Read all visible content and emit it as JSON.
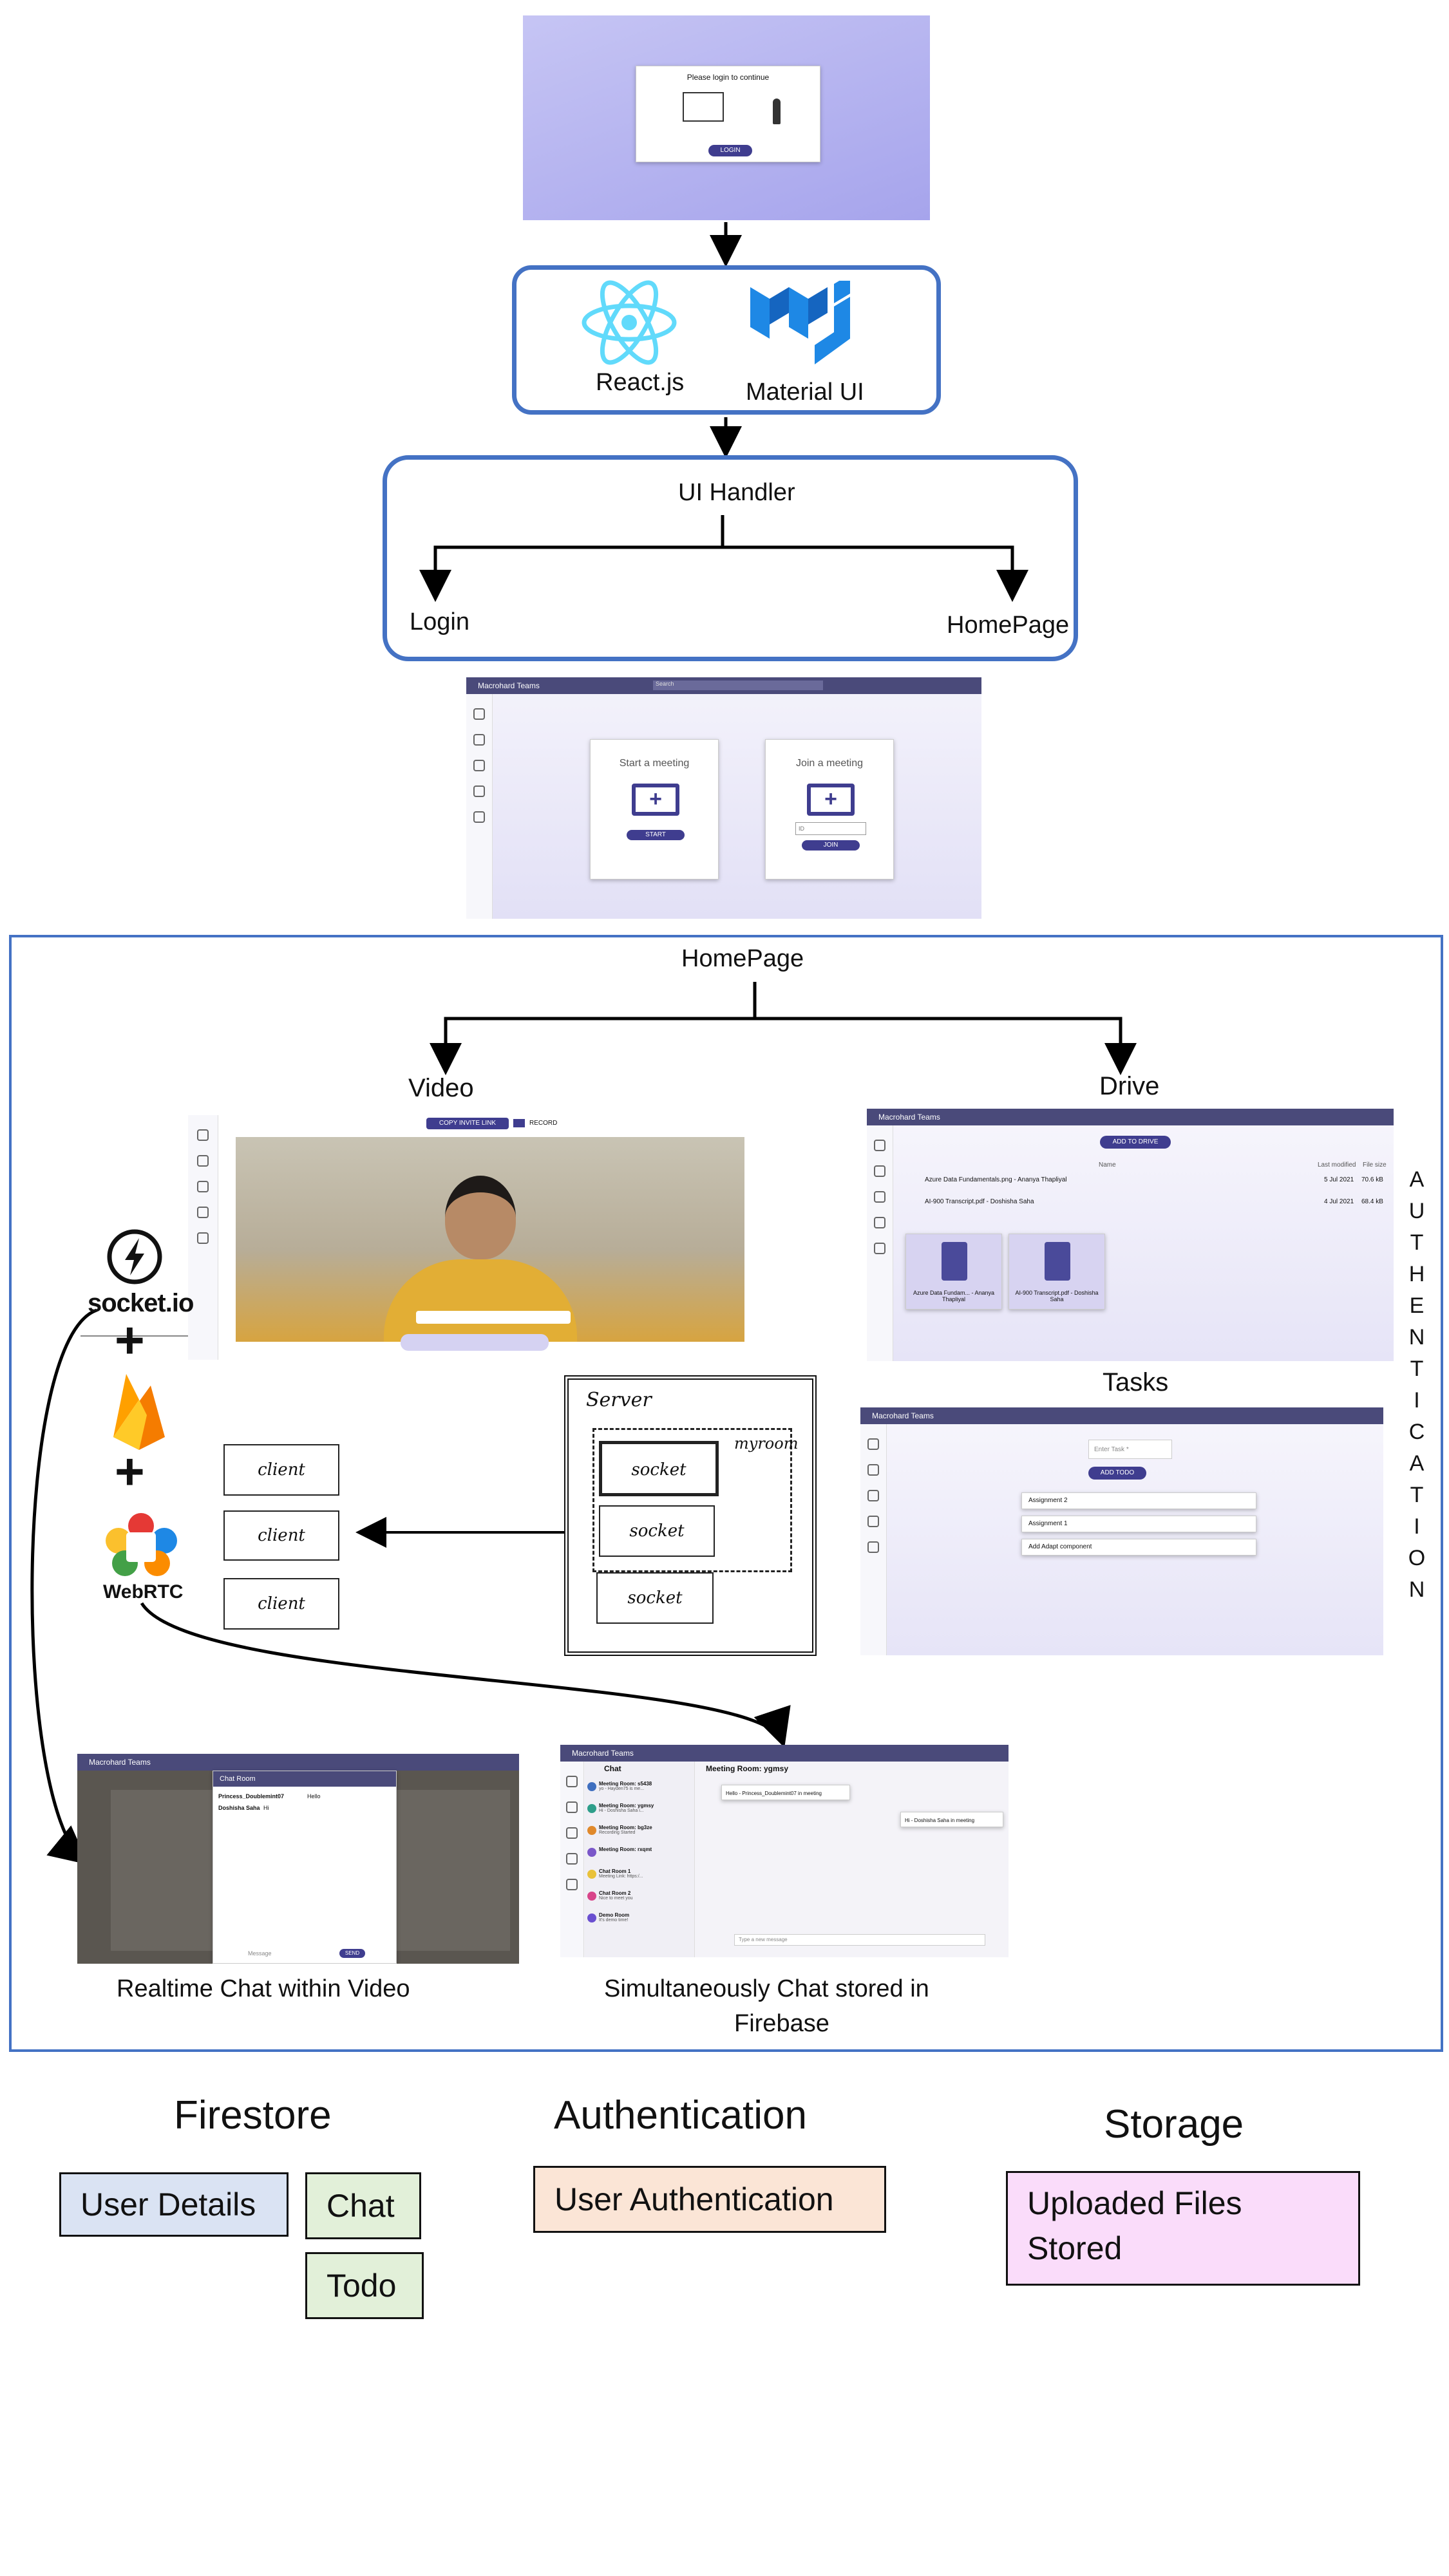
{
  "top_flow": {
    "login_card_title": "Please login to continue",
    "login_button": "LOGIN",
    "react_label": "React.js",
    "material_label": "Material UI",
    "ui_handler_label": "UI Handler",
    "login_label": "Login",
    "homepage_label": "HomePage"
  },
  "home_shot": {
    "app_title": "Macrohard Teams",
    "search_placeholder": "Search",
    "start_title": "Start a meeting",
    "start_button": "START",
    "join_title": "Join a meeting",
    "join_input_placeholder": "ID",
    "join_button": "JOIN"
  },
  "main_panel": {
    "homepage_label": "HomePage",
    "video_label": "Video",
    "drive_label": "Drive",
    "tasks_label": "Tasks",
    "authentication_vertical": [
      "A",
      "U",
      "T",
      "H",
      "E",
      "N",
      "T",
      "I",
      "C",
      "A",
      "T",
      "I",
      "O",
      "N"
    ],
    "copy_invite_link": "COPY INVITE LINK",
    "record_label": "RECORD",
    "socketio_label": "socket.io",
    "webrtc_label": "WebRTC",
    "plus_sign": "+",
    "clients": [
      "client",
      "client",
      "client"
    ],
    "server_label": "Server",
    "myroom_label": "myroom",
    "sockets": [
      "socket",
      "socket",
      "socket"
    ],
    "drive_add_button": "ADD TO DRIVE",
    "drive_col_name": "Name",
    "drive_col_modified": "Last modified",
    "drive_col_size": "File size",
    "drive_rows": [
      {
        "name": "Azure Data Fundamentals.png - Ananya Thapliyal",
        "date": "5 Jul 2021",
        "size": "70.6 kB"
      },
      {
        "name": "AI-900 Transcript.pdf - Doshisha Saha",
        "date": "4 Jul 2021",
        "size": "68.4 kB"
      }
    ],
    "drive_tiles": [
      "Azure Data Fundam... - Ananya Thapliyal",
      "AI-900 Transcript.pdf - Doshisha Saha"
    ],
    "tasks_input_placeholder": "Enter Task *",
    "tasks_add_button": "ADD TODO",
    "tasks": [
      "Assignment 2",
      "Assignment 1",
      "Add Adapt component"
    ],
    "chat_room_title": "Chat Room",
    "chat_messages": [
      {
        "author": "Princess_Doublemint07",
        "text": "Hello"
      },
      {
        "author": "Doshisha Saha",
        "text": "Hi"
      }
    ],
    "chat_send": "SEND",
    "chat_input_placeholder": "Message",
    "chat_list_header": "Chat",
    "chat_meeting_title": "Meeting Room: ygmsy",
    "chat_list": [
      {
        "title": "Meeting Room: s5438",
        "sub": "yo - Hayden75 is me..."
      },
      {
        "title": "Meeting Room: ygmsy",
        "sub": "Hi - Doshisha Saha i..."
      },
      {
        "title": "Meeting Room: bg3ze",
        "sub": "Recording Started"
      },
      {
        "title": "Meeting Room: rxqmt",
        "sub": ""
      },
      {
        "title": "Chat Room 1",
        "sub": "Meeting Link: https:/..."
      },
      {
        "title": "Chat Room 2",
        "sub": "Nice to meet you"
      },
      {
        "title": "Demo Room",
        "sub": "It's demo time!"
      }
    ],
    "chat_bubble_left": "Hello - Princess_Doublemint07 in meeting",
    "chat_bubble_right": "Hi - Doshisha Saha in meeting",
    "chat_type_placeholder": "Type a new message",
    "caption_realtime": "Realtime Chat within Video",
    "caption_simul_line1": "Simultaneously Chat stored in",
    "caption_simul_line2": "Firebase"
  },
  "legend": {
    "firestore_title": "Firestore",
    "firestore_items": [
      "User Details",
      "Chat",
      "Todo"
    ],
    "auth_title": "Authentication",
    "auth_items": [
      "User Authentication"
    ],
    "storage_title": "Storage",
    "storage_line1": "Uploaded Files",
    "storage_line2": "Stored"
  },
  "colors": {
    "blue_box": "#4472c4",
    "header_purple": "#4a4a7a",
    "button_purple": "#3f3d8f",
    "firestore_user": "#dae3f3",
    "firestore_green": "#e2f0d9",
    "auth_fill": "#fbe5d6",
    "storage_fill": "#fadcfa",
    "react_blue": "#61dafb",
    "mui_blue": "#1e88e5"
  }
}
